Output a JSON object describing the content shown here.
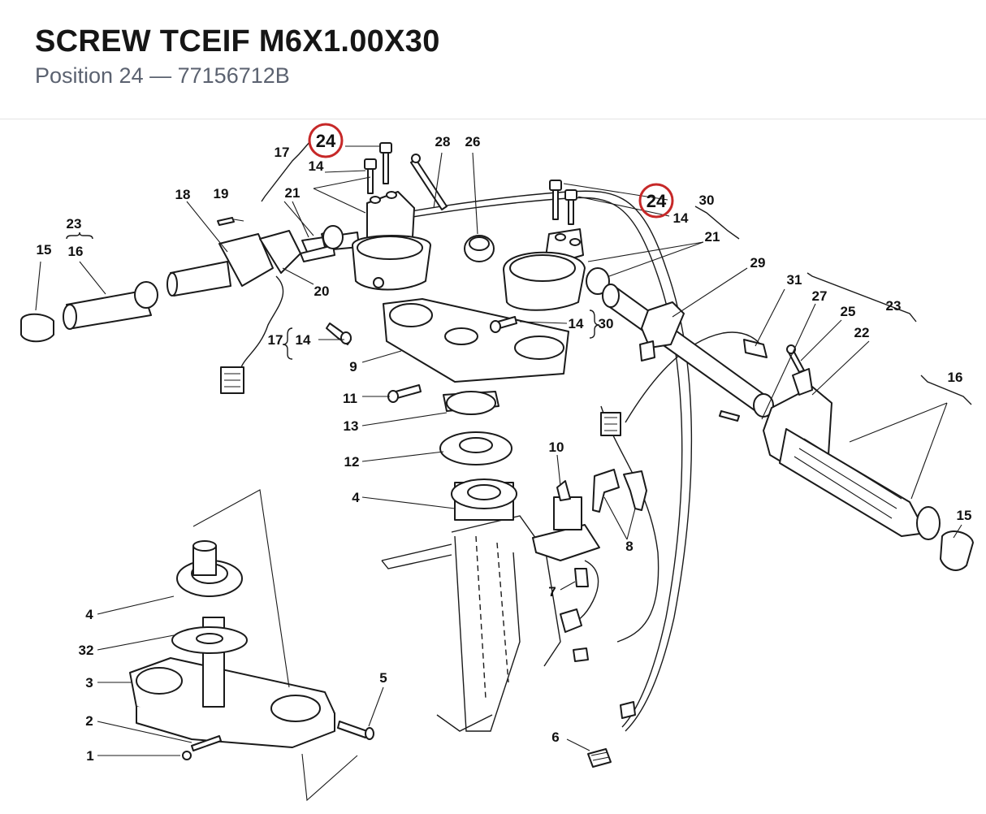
{
  "header": {
    "title": "SCREW TCEIF M6X1.00X30",
    "position_label": "Position 24",
    "separator": "—",
    "part_number": "77156712B"
  },
  "highlight_color": "#c62828",
  "callouts": {
    "c1": "1",
    "c2": "2",
    "c3": "3",
    "c4a": "4",
    "c4b": "4",
    "c5": "5",
    "c6": "6",
    "c7": "7",
    "c8": "8",
    "c9": "9",
    "c10": "10",
    "c11": "11",
    "c12": "12",
    "c13": "13",
    "c14a": "14",
    "c14b": "14",
    "c14c": "14",
    "c14d": "14",
    "c15a": "15",
    "c15b": "15",
    "c16a": "16",
    "c16b": "16",
    "c17a": "17",
    "c17b": "17",
    "c18": "18",
    "c19": "19",
    "c20": "20",
    "c21a": "21",
    "c21b": "21",
    "c22": "22",
    "c23a": "23",
    "c23b": "23",
    "c24a": "24",
    "c24b": "24",
    "c25": "25",
    "c26": "26",
    "c27": "27",
    "c28": "28",
    "c29": "29",
    "c30a": "30",
    "c30b": "30",
    "c31": "31",
    "c32": "32"
  }
}
